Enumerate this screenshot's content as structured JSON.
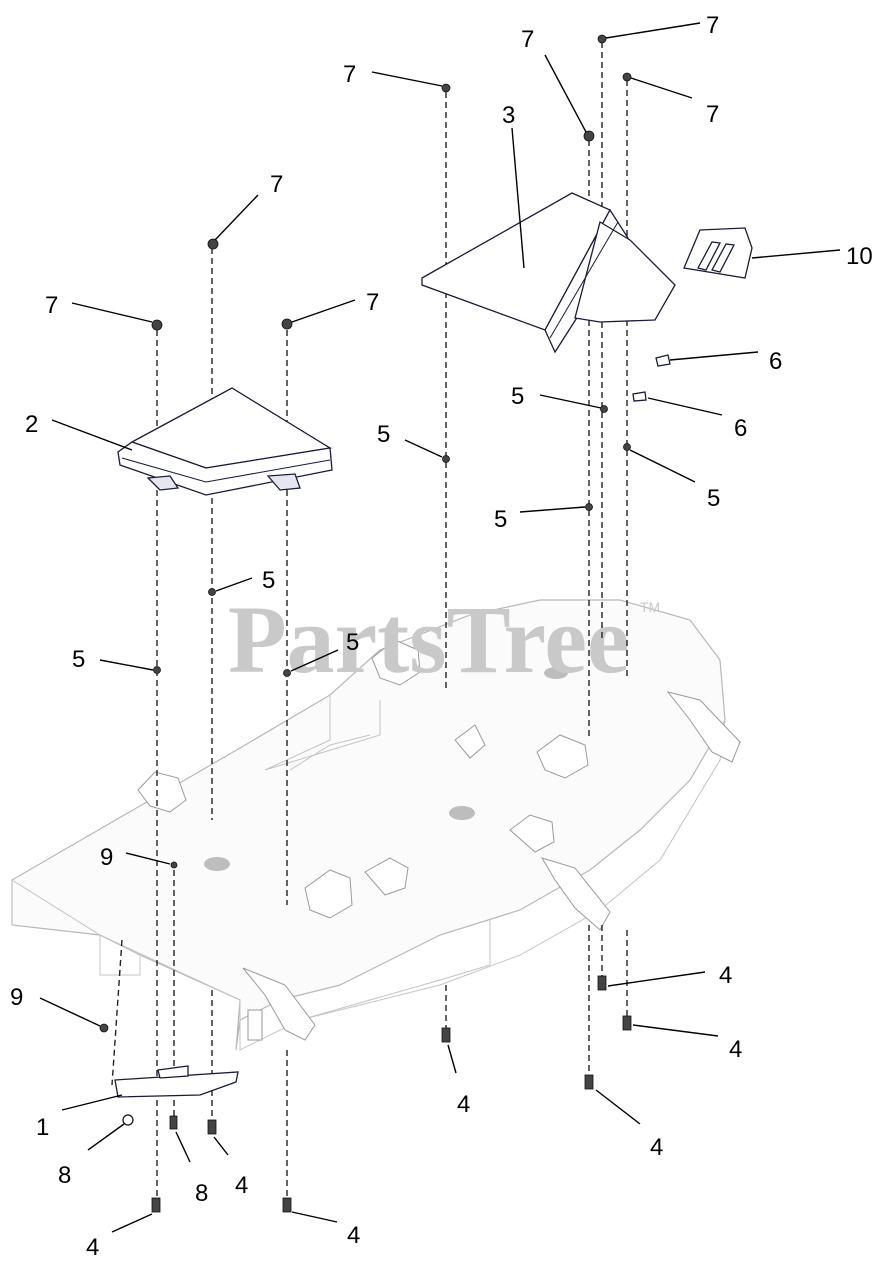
{
  "watermark": {
    "text": "PartsTree",
    "tm": "TM"
  },
  "callouts": {
    "c1": "1",
    "c2": "2",
    "c3": "3",
    "c4a": "4",
    "c4b": "4",
    "c4c": "4",
    "c4d": "4",
    "c4e": "4",
    "c4f": "4",
    "c4g": "4",
    "c5a": "5",
    "c5b": "5",
    "c5c": "5",
    "c5d": "5",
    "c5e": "5",
    "c5f": "5",
    "c5g": "5",
    "c6a": "6",
    "c6b": "6",
    "c7a": "7",
    "c7b": "7",
    "c7c": "7",
    "c7d": "7",
    "c7e": "7",
    "c7f": "7",
    "c7g": "7",
    "c8a": "8",
    "c8b": "8",
    "c9a": "9",
    "c9b": "9",
    "c10": "10"
  }
}
